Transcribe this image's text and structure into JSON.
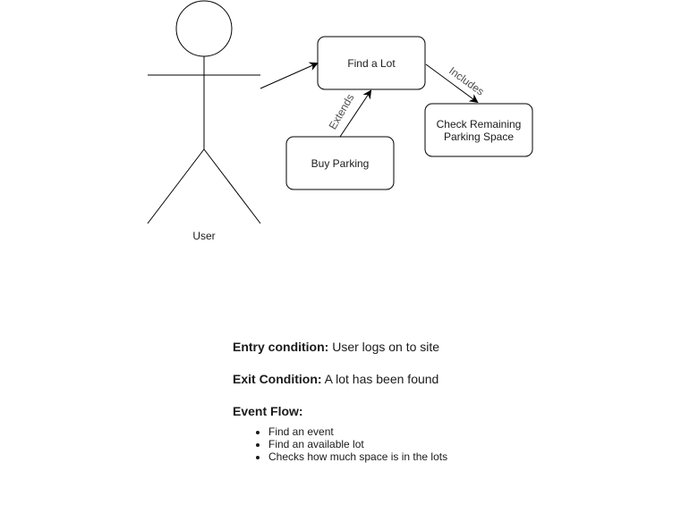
{
  "diagram": {
    "actor": {
      "label": "User"
    },
    "use_cases": [
      {
        "id": "find-a-lot",
        "label": "Find a Lot"
      },
      {
        "id": "buy-parking",
        "label": "Buy Parking"
      },
      {
        "id": "check-remaining",
        "label_lines": [
          "Check Remaining",
          "Parking Space"
        ]
      }
    ],
    "relations": [
      {
        "from": "user",
        "to": "find-a-lot",
        "label": ""
      },
      {
        "from": "buy-parking",
        "to": "find-a-lot",
        "label": "Extends"
      },
      {
        "from": "find-a-lot",
        "to": "check-remaining",
        "label": "Includes"
      }
    ]
  },
  "notes": {
    "entry": {
      "heading": "Entry condition:",
      "text": "User logs on to site"
    },
    "exit": {
      "heading": "Exit Condition:",
      "text": "A lot has been found"
    },
    "event_flow": {
      "heading": "Event Flow:",
      "items": [
        "Find an event",
        "Find an available lot",
        "Checks how much space is in the lots"
      ]
    }
  }
}
